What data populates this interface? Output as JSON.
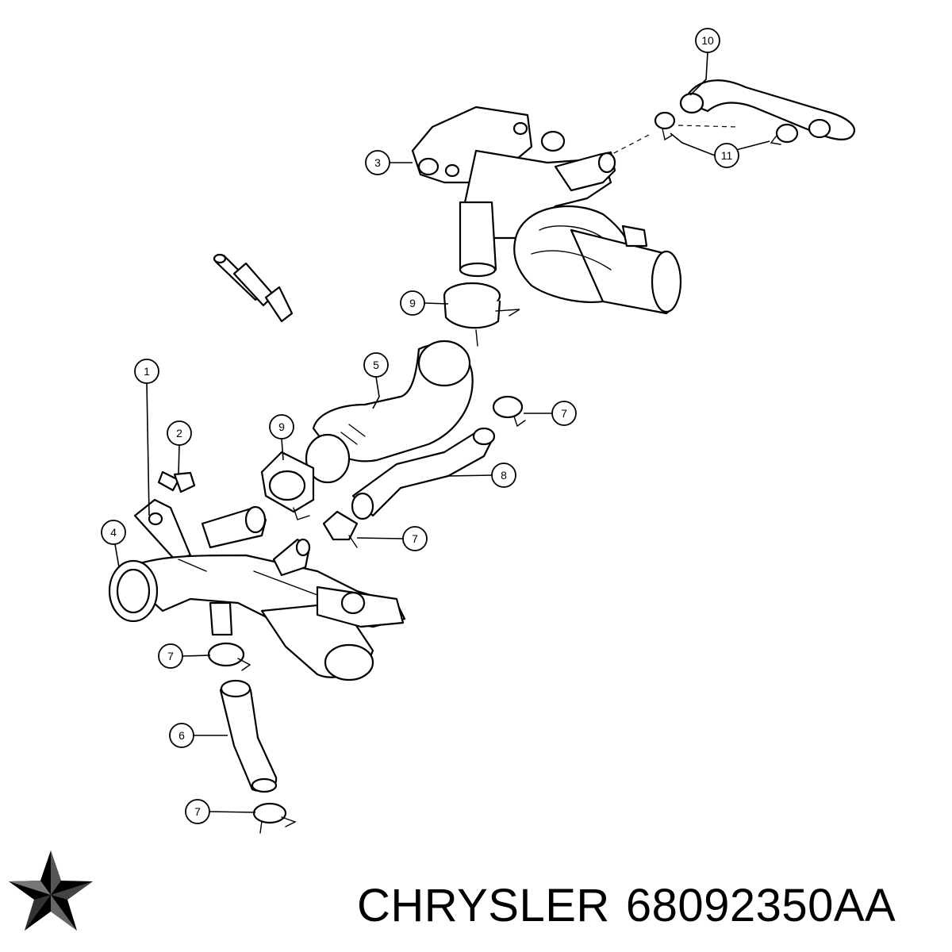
{
  "callouts": {
    "c1": "1",
    "c2": "2",
    "c3": "3",
    "c4": "4",
    "c5": "5",
    "c6": "6",
    "c7a": "7",
    "c7b": "7",
    "c7c": "7",
    "c7d": "7",
    "c8": "8",
    "c9a": "9",
    "c9b": "9",
    "c10": "10",
    "c11": "11"
  },
  "caption": {
    "brand": "CHRYSLER",
    "part_number": "68092350AA"
  },
  "logo": {
    "icon": "chrysler-pentastar-icon",
    "color": "#000000"
  }
}
